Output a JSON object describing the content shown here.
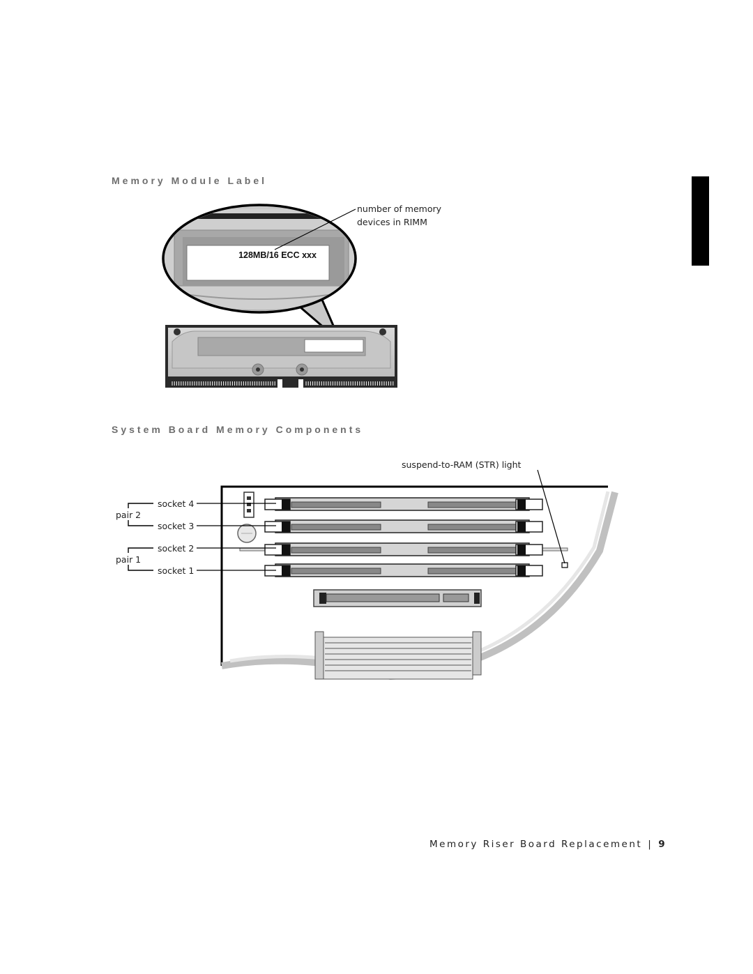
{
  "section1": {
    "title": "Memory Module Label",
    "callout_line1": "number of memory",
    "callout_line2": "devices in RIMM",
    "label_text": "128MB/16 ECC xxx"
  },
  "section2": {
    "title": "System Board Memory Components",
    "str_light": "suspend-to-RAM (STR) light",
    "socket4": "socket 4",
    "socket3": "socket 3",
    "socket2": "socket 2",
    "socket1": "socket 1",
    "pair2": "pair 2",
    "pair1": "pair 1"
  },
  "footer": {
    "title": "Memory Riser Board Replacement",
    "separator": "|",
    "page_number": "9"
  }
}
